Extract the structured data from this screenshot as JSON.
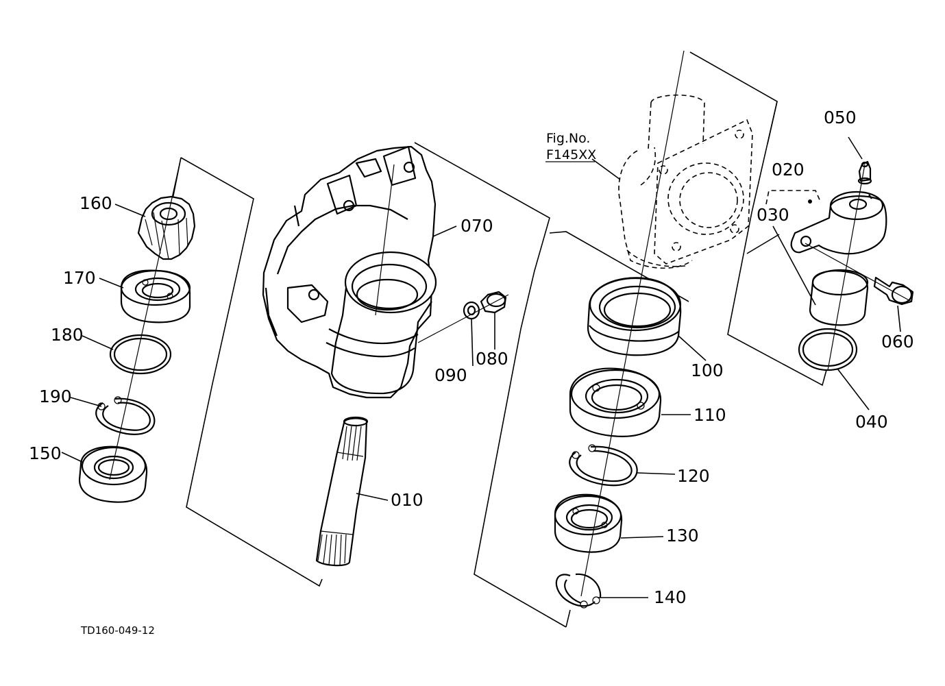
{
  "drawing_code": "TD160-049-12",
  "figure_ref": {
    "line1": "Fig.No.",
    "line2": "F145XX"
  },
  "part_labels": {
    "p010": "010",
    "p020": "020",
    "p030": "030",
    "p040": "040",
    "p050": "050",
    "p060": "060",
    "p070": "070",
    "p080": "080",
    "p090": "090",
    "p100": "100",
    "p110": "110",
    "p120": "120",
    "p130": "130",
    "p140": "140",
    "p150": "150",
    "p160": "160",
    "p170": "170",
    "p180": "180",
    "p190": "190"
  }
}
